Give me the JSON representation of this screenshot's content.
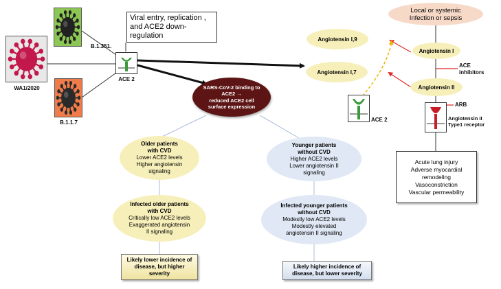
{
  "viruses": [
    {
      "label": "WA1/2020",
      "bg": "#e8e8e8",
      "color": "#c2184b"
    },
    {
      "label": "B.1.351.",
      "bg": "#8cc653",
      "color": "#222222"
    },
    {
      "label": "B.1.1.7",
      "bg": "#ef7c4a",
      "color": "#2a2a2a"
    }
  ],
  "ace2_main_label": "ACE 2",
  "viral_entry_box": {
    "lines": [
      "Viral entry, replication ,",
      "and ACE2 down-",
      "regulation"
    ]
  },
  "binding_node": {
    "lines": [
      "SARS-CoV-2 binding to",
      "ACE2 →",
      "reduced ACE2 cell",
      "surface expression"
    ],
    "color": "#5c1414"
  },
  "older_with_cvd": {
    "lines": [
      "Older patients",
      "with CVD",
      "Lower ACE2 levels",
      "Higher angiotensin",
      "signaling"
    ]
  },
  "younger_without_cvd": {
    "lines": [
      "Younger patients",
      "without CVD",
      "Higher ACE2 levels",
      "Lower angiotensin II",
      "signaling"
    ]
  },
  "infected_older": {
    "lines": [
      "Infected older patients",
      "with CVD",
      "Critically low ACE2 levels",
      "Exaggerated angiotensin",
      "II signaling"
    ]
  },
  "infected_younger": {
    "lines": [
      "Infected younger patients",
      "without CVD",
      "Modestly low ACE2 levels",
      "Modestly elevated",
      "angiotensin II signaling"
    ]
  },
  "outcome_older": {
    "lines": [
      "Likely lower incidence of",
      "disease, but higher",
      "severity"
    ]
  },
  "outcome_younger": {
    "lines": [
      "Likely higher incidence of",
      "disease, but lower severity"
    ]
  },
  "infection_node": {
    "lines": [
      "Local or systemic",
      "Infection  or sepsis"
    ]
  },
  "angiotensin_1": "Angiotensin I",
  "angiotensin_2": "Angiotensin II",
  "angiotensin_19": "Angiotensin I,9",
  "angiotensin_17": "Angiotensin I,7",
  "ace_inhibitors": {
    "lines": [
      "ACE",
      "inhibitors"
    ]
  },
  "arb_label": "ARB",
  "at1_receptor": {
    "lines": [
      "Angiotensin II",
      "Type1 receptor"
    ]
  },
  "ace2_right_label": "ACE 2",
  "effects_box": {
    "lines": [
      "Acute lung injury",
      "Adverse myocardial",
      "remodeling",
      "Vasoconstriction",
      "Vascular permeability"
    ]
  },
  "colors": {
    "yellow_fill": "#f7efba",
    "blue_fill": "#dfe8f4",
    "peach_fill": "#f7d9c8",
    "connector": "#a9bcd4",
    "arrow": "#111111",
    "red_arrow": "#e02828",
    "dashed": "#f0b400"
  }
}
